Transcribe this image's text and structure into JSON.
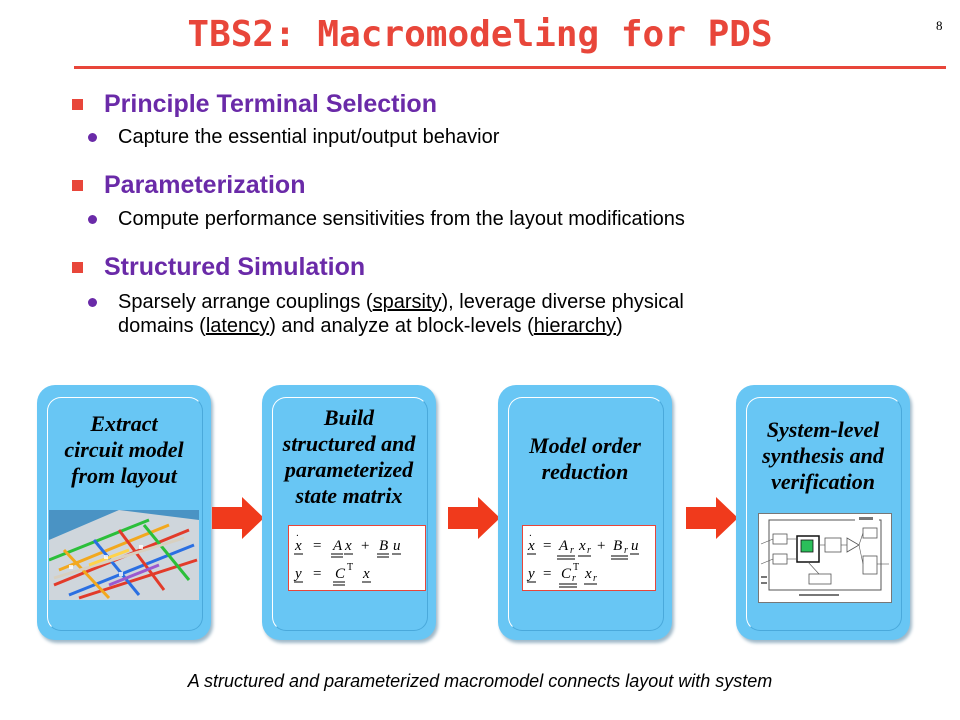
{
  "slide": {
    "title": "TBS2: Macromodeling for PDS",
    "page_number": "8",
    "caption": "A structured and parameterized macromodel  connects layout with system"
  },
  "bullets": [
    {
      "heading": "Principle Terminal Selection",
      "sub": "Capture the essential input/output behavior"
    },
    {
      "heading": "Parameterization",
      "sub": "Compute performance sensitivities from the layout modifications"
    },
    {
      "heading": "Structured Simulation",
      "sub_parts": {
        "p1": "Sparsely arrange couplings (",
        "u1": "sparsity",
        "p2": "), leverage diverse physical",
        "p3": "domains (",
        "u2": "latency",
        "p4": ") and analyze at block-levels (",
        "u3": "hierarchy",
        "p5": ")"
      }
    }
  ],
  "flow": [
    {
      "line1": "Extract",
      "line2": "circuit model",
      "line3": "from layout"
    },
    {
      "line1": "Build",
      "line2": "structured and",
      "line3": "parameterized",
      "line4": "state matrix"
    },
    {
      "line1": "Model order",
      "line2": "reduction"
    },
    {
      "line1": "System-level",
      "line2": "synthesis and",
      "line3": "verification"
    }
  ],
  "colors": {
    "title_red": "#e8463a",
    "heading_purple": "#6a2aa8",
    "card_blue": "#68c6f4",
    "arrow_red": "#f03a1c"
  },
  "icons": [
    "square-bullet",
    "round-bullet",
    "right-arrow"
  ]
}
